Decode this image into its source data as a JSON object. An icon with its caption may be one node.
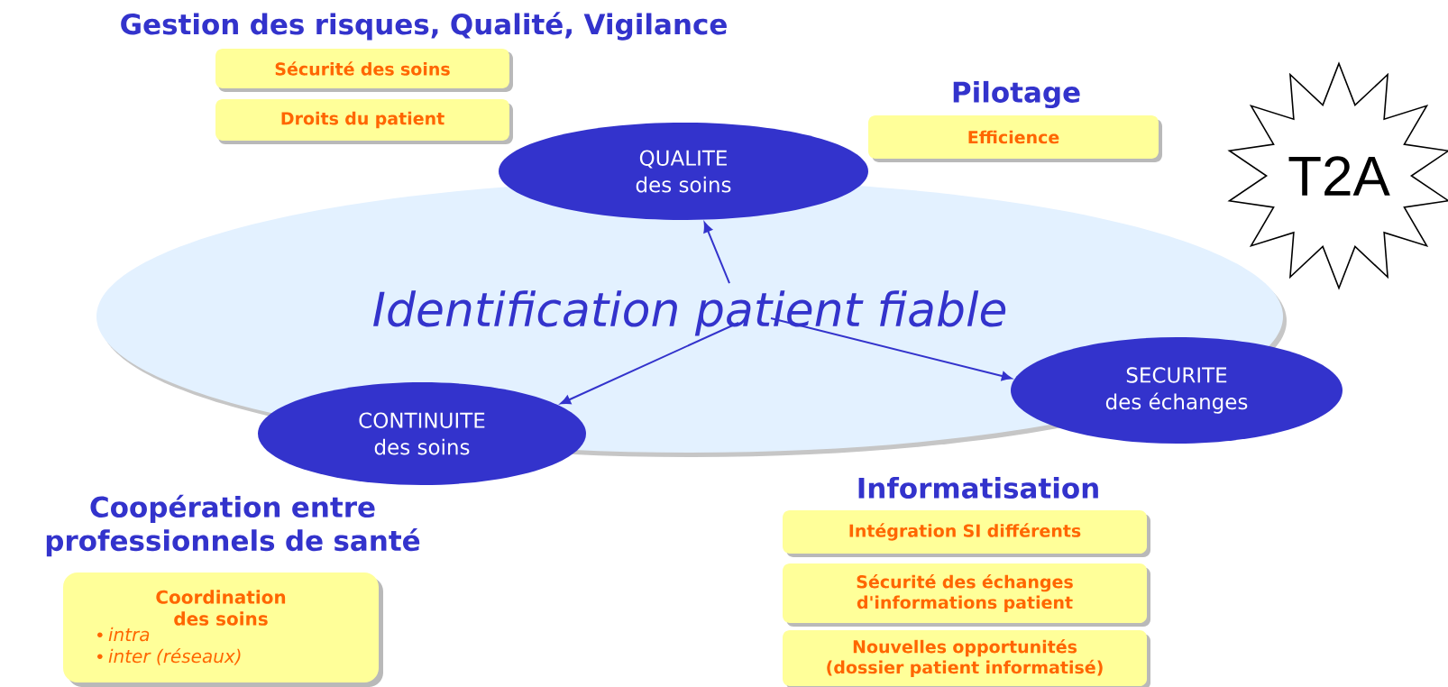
{
  "diagram": {
    "nodes": [
      {
        "text": [
          "Identification patient fiable"
        ]
      },
      {
        "text": [
          "QUALITE",
          "des soins"
        ]
      },
      {
        "text": [
          "SECURITE",
          "des échanges"
        ]
      },
      {
        "text": [
          "CONTINUITE",
          "des soins"
        ]
      },
      {
        "text": [
          "Sécurité des soins"
        ]
      },
      {
        "text": [
          "Droits du patient"
        ]
      },
      {
        "text": [
          "Efficience"
        ]
      },
      {
        "text": [
          "T2A"
        ]
      },
      {
        "text": [
          "Coordination des soins",
          "intra",
          "inter (réseaux)"
        ]
      },
      {
        "text": [
          "Intégration SI différents"
        ]
      },
      {
        "text": [
          "Sécurité des échanges d'informations patient"
        ]
      },
      {
        "text": [
          "Nouvelles opportunités (dossier patient informatisé)"
        ]
      }
    ],
    "edges": [
      {
        "from": 0,
        "to": 1,
        "arrow": "to"
      },
      {
        "from": 0,
        "to": 3,
        "arrow": "to"
      },
      {
        "from": 0,
        "to": 2,
        "arrow": "to"
      }
    ],
    "labels": [
      "Gestion des risques, Qualité, Vigilance",
      "Pilotage",
      "Coopération entre professionnels de santé",
      "Informatisation"
    ]
  }
}
